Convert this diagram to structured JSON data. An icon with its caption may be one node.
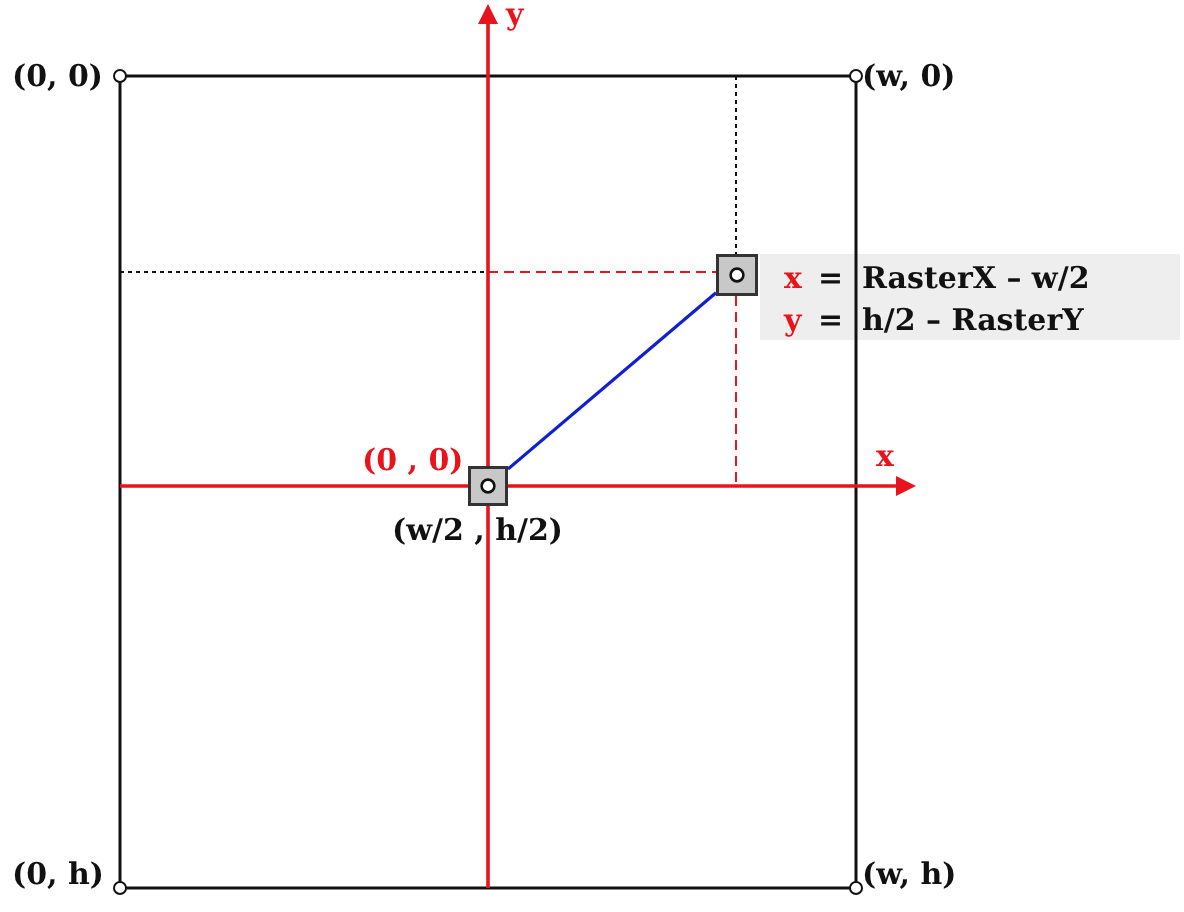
{
  "diagram": {
    "nodes": [
      {
        "text": [],
        "shape": "box"
      },
      {
        "text": [],
        "shape": "box"
      }
    ],
    "edges": [
      {
        "from": 0,
        "to": 1,
        "arrow": "none"
      }
    ],
    "labels": [
      "y",
      "(0, 0)",
      "(w, 0)",
      "x",
      "=",
      "RasterX – w/2",
      "y",
      "=",
      "h/2 – RasterY",
      "(0 , 0)",
      "x",
      "(w/2 , h/2)",
      "(0, h)",
      "(w, h)"
    ]
  }
}
